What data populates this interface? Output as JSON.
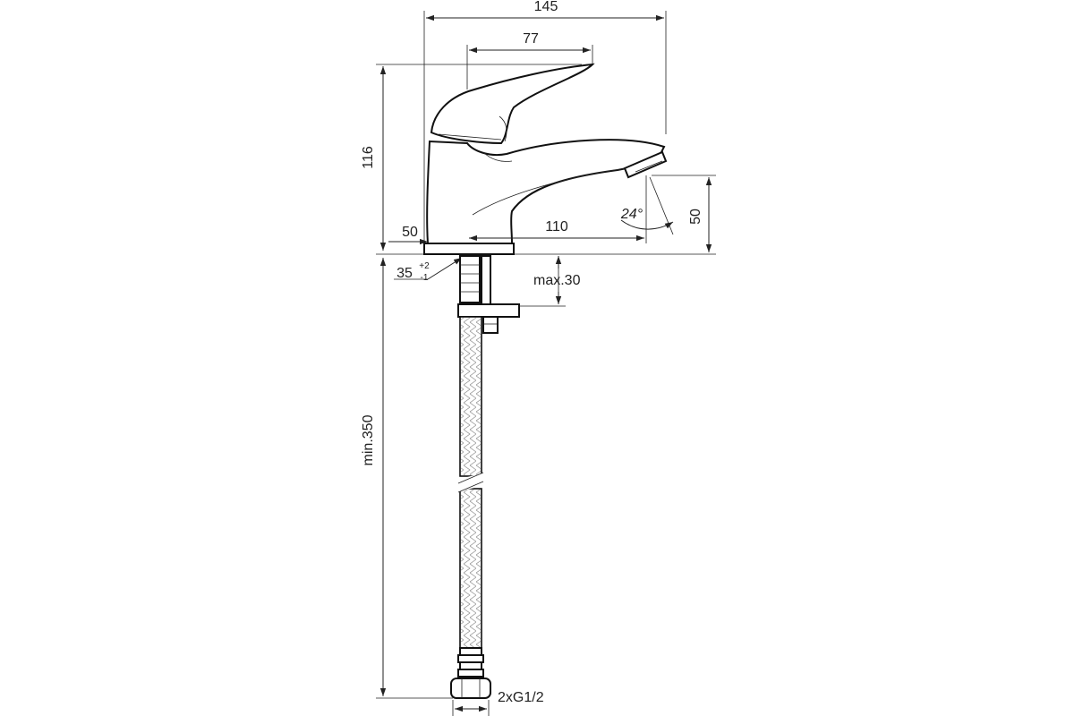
{
  "drawing": {
    "dimensions": {
      "overall_width": "145",
      "lever_width": "77",
      "height": "116",
      "base_dia": "50",
      "spout_reach": "110",
      "spout_height": "50",
      "angle": "24°",
      "hole_dia_base": "35",
      "hole_tol_plus": "+2",
      "hole_tol_minus": "-1",
      "deck_thickness": "max.30",
      "hose_length": "min.350",
      "connection": "2xG1/2"
    }
  }
}
